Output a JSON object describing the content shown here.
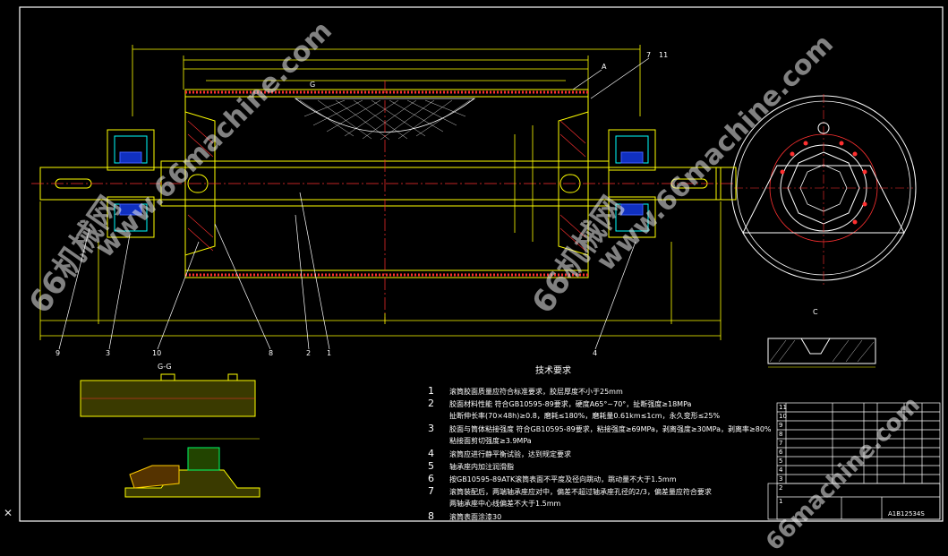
{
  "watermark": {
    "text_left": "66机械网",
    "text_mid": "66机械网",
    "url1": "www.66machine.com",
    "url2": "www.66machine.com",
    "url3": "66machine.com"
  },
  "callouts": [
    "9",
    "3",
    "10",
    "8",
    "2",
    "1",
    "4",
    "7",
    "11",
    "A"
  ],
  "views": {
    "section_g": "G",
    "detail_c": "C",
    "detail_gg": "G-G"
  },
  "notes": {
    "title": "技术要求",
    "items": [
      {
        "num": "1",
        "text": "滚筒胶面质量应符合标准要求，胶层厚度不小于25mm"
      },
      {
        "num": "2",
        "text": "胶面材料性能 符合GB10595-89要求，硬度A65°~70°，扯断强度≥18MPa"
      },
      {
        "num": "",
        "text": "扯断伸长率(70×48h)≥0.8，磨耗≤180%，磨耗量0.61km≤1cm，永久变形≤25%"
      },
      {
        "num": "3",
        "text": "胶面与筒体粘接强度 符合GB10595-89要求，粘接强度≥69MPa，剥离强度≥30MPa，剥离率≥80%"
      },
      {
        "num": "",
        "text": "粘接面剪切强度≥3.9MPa"
      },
      {
        "num": "4",
        "text": "滚筒应进行静平衡试验，达到规定要求"
      },
      {
        "num": "5",
        "text": "轴承座内加注润滑脂"
      },
      {
        "num": "6",
        "text": "按GB10595-89ATK滚筒表面不平度及径向跳动，跳动量不大于1.5mm"
      },
      {
        "num": "7",
        "text": "滚筒装配后，两端轴承座应对中，偏差不超过轴承座孔径的2/3，偏差量应符合要求"
      },
      {
        "num": "",
        "text": "两轴承座中心线偏差不大于1.5mm"
      },
      {
        "num": "8",
        "text": "滚筒表面涂漆30"
      }
    ]
  },
  "title_block": {
    "drawing_no": "A1B12534S",
    "rows": [
      "1",
      "2",
      "3",
      "4",
      "5",
      "6",
      "7",
      "8",
      "9",
      "10",
      "11"
    ]
  }
}
